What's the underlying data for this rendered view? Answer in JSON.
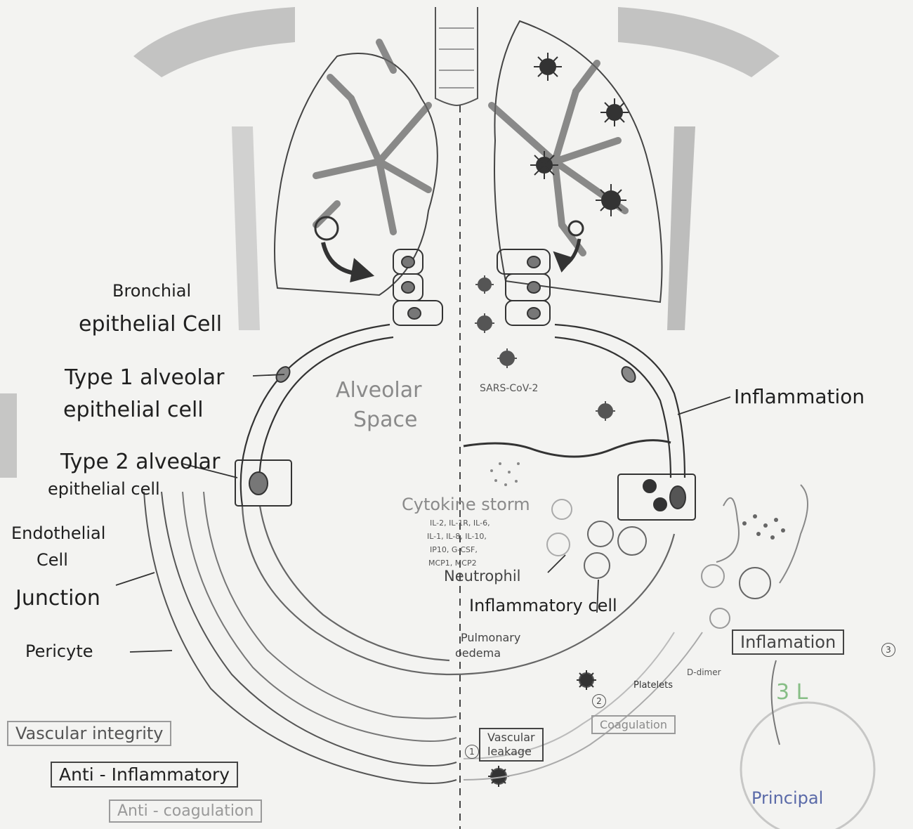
{
  "labels": {
    "bronchial_line1": "Bronchial",
    "bronchial_line2": "epithelial Cell",
    "type1_line1": "Type 1 alveolar",
    "type1_line2": "epithelial cell",
    "type2_line1": "Type 2 alveolar",
    "type2_line2": "epithelial cell",
    "endothelial_line1": "Endothelial",
    "endothelial_line2": "Cell",
    "junction": "Junction",
    "pericyte": "Pericyte",
    "alveolar_line1": "Alveolar",
    "alveolar_line2": "Space",
    "virus": "SARS-CoV-2",
    "inflammation": "Inflammation",
    "cytokine": "Cytokine storm",
    "cytokine_list1": "IL-2, IL-1R, IL-6,",
    "cytokine_list2": "IL-1, IL-8, IL-10,",
    "cytokine_list3": "IP10, G-CSF,",
    "cytokine_list4": "MCP1, MCP2",
    "neutrophil": "Neutrophil",
    "inflammatory_cell": "Inflammatory cell",
    "pulmonary_line1": "Pulmonary",
    "pulmonary_line2": "oedema",
    "inflamation_box": "Inflamation",
    "d_dimer": "D-dimer",
    "platelets": "Platelets",
    "coagulation": "Coagulation",
    "vascular_leakage_line1": "Vascular",
    "vascular_leakage_line2": "leakage",
    "vascular_integrity": "Vascular integrity",
    "anti_inflammatory": "Anti - Inflammatory",
    "anti_coagulation": "Anti - coagulation",
    "num1": "1",
    "num2": "2",
    "num3": "3",
    "stamp_principal": "Principal",
    "handwritten_mark": "3 L"
  },
  "colors": {
    "ink": "#2a2a2a",
    "pencil": "#555555",
    "faint": "#9a9a9a",
    "paper": "#f3f3f1",
    "stamp": "#5a6aa8",
    "mark_green": "#5aa85a"
  }
}
